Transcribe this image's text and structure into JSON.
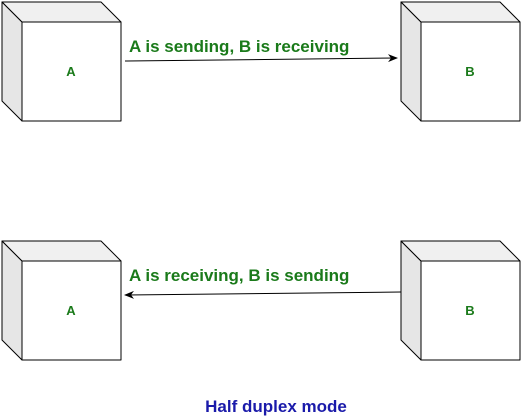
{
  "diagram": {
    "colors": {
      "line": "#000000",
      "cube_front": "#ffffff",
      "cube_side": "#e6e6e6",
      "cube_top": "#f0f0f0",
      "label_green": "#1a7a1a",
      "caption_blue": "#1a1aaa"
    },
    "top": {
      "left_node": "A",
      "right_node": "B",
      "message": "A is sending, B is receiving",
      "direction": "A to B"
    },
    "bottom": {
      "left_node": "A",
      "right_node": "B",
      "message": "A is receiving, B is sending",
      "direction": "B to A"
    },
    "caption": "Half duplex mode"
  }
}
